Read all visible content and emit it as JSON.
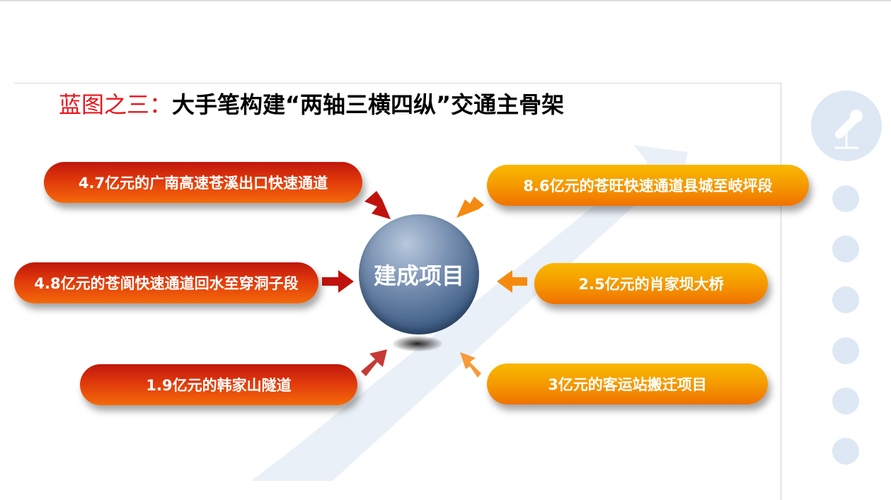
{
  "title": {
    "prefix": "蓝图之三：",
    "main": "大手笔构建“两轴三横四纵”交通主骨架"
  },
  "center": {
    "label": "建成项目"
  },
  "left_items": [
    {
      "label": "4.7亿元的广南高速苍溪出口快速通道"
    },
    {
      "label": "4.8亿元的苍阆快速通道回水至穿洞子段"
    },
    {
      "label": "1.9亿元的韩家山隧道"
    }
  ],
  "right_items": [
    {
      "label": "8.6亿元的苍旺快速通道县城至岐坪段"
    },
    {
      "label": "2.5亿元的肖家坝大桥"
    },
    {
      "label": "3亿元的客运站搬迁项目"
    }
  ],
  "colors": {
    "title_red": "#e8141b",
    "left_arrow": "#c0120c",
    "right_arrow": "#f58a10",
    "accent_blue": "#dde8f4"
  }
}
